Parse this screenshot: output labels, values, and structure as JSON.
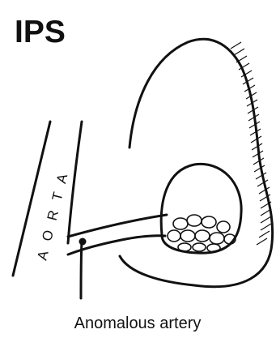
{
  "diagram": {
    "title": "IPS",
    "vessel_label": "AORTA",
    "caption": "Anomalous artery"
  }
}
